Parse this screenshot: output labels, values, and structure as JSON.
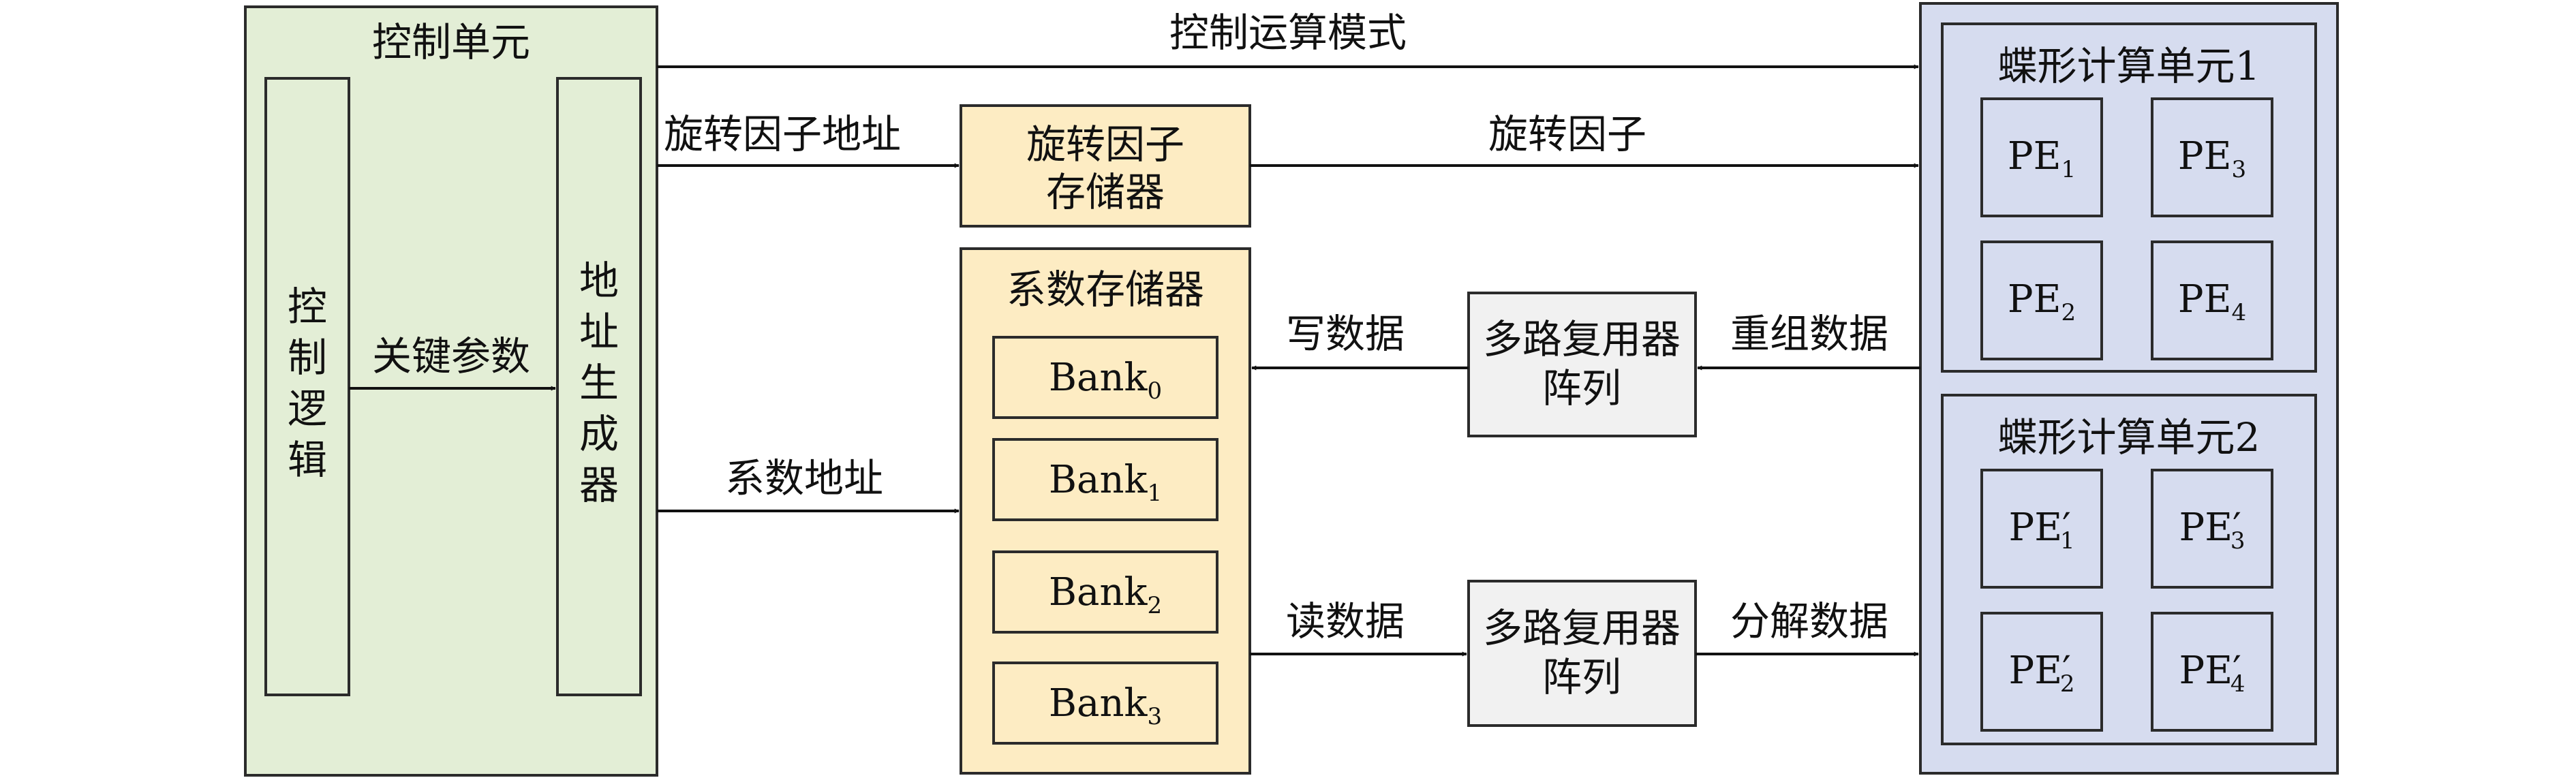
{
  "control_unit": {
    "title": "控制单元",
    "logic_chars": [
      "控",
      "制",
      "逻",
      "辑"
    ],
    "addr_gen_chars": [
      "地",
      "址",
      "生",
      "成",
      "器"
    ]
  },
  "twiddle_memory": {
    "line1": "旋转因子",
    "line2": "存储器"
  },
  "coef_memory": {
    "title": "系数存储器",
    "banks": [
      {
        "name": "Bank",
        "sub": "0"
      },
      {
        "name": "Bank",
        "sub": "1"
      },
      {
        "name": "Bank",
        "sub": "2"
      },
      {
        "name": "Bank",
        "sub": "3"
      }
    ]
  },
  "mux_top": {
    "line1": "多路复用器",
    "line2": "阵列"
  },
  "mux_bottom": {
    "line1": "多路复用器",
    "line2": "阵列"
  },
  "butterfly1": {
    "title": "蝶形计算单元1",
    "pes": [
      {
        "name": "PE",
        "sub": "1"
      },
      {
        "name": "PE",
        "sub": "3"
      },
      {
        "name": "PE",
        "sub": "2"
      },
      {
        "name": "PE",
        "sub": "4"
      }
    ]
  },
  "butterfly2": {
    "title": "蝶形计算单元2",
    "pes": [
      {
        "name": "PE",
        "prime": "′",
        "sub": "1"
      },
      {
        "name": "PE",
        "prime": "′",
        "sub": "3"
      },
      {
        "name": "PE",
        "prime": "′",
        "sub": "2"
      },
      {
        "name": "PE",
        "prime": "′",
        "sub": "4"
      }
    ]
  },
  "arrows": {
    "control_mode": "控制运算模式",
    "twiddle_addr": "旋转因子地址",
    "twiddle": "旋转因子",
    "key_params": "关键参数",
    "coef_addr": "系数地址",
    "write_data": "写数据",
    "reorg_data": "重组数据",
    "read_data": "读数据",
    "decomp_data": "分解数据"
  },
  "colors": {
    "control_fill": "#e3eed6",
    "memory_fill": "#fdecc3",
    "mux_fill": "#f1f1f1",
    "butterfly_fill": "#d6dcef"
  }
}
